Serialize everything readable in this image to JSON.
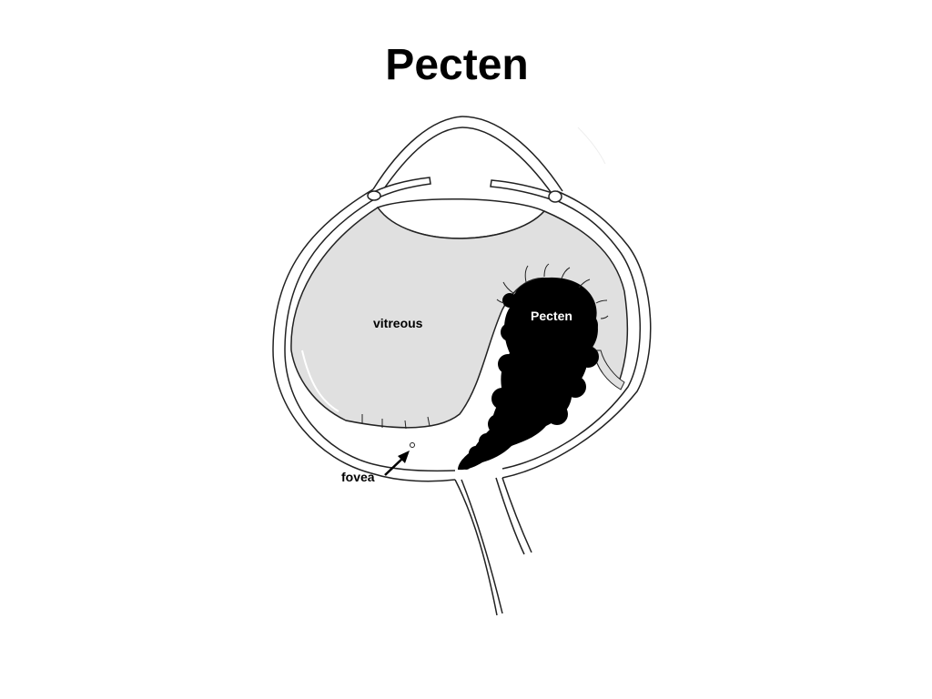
{
  "slide": {
    "title": "Pecten"
  },
  "diagram": {
    "labels": {
      "vitreous": "vitreous",
      "pecten": "Pecten",
      "fovea": "fovea"
    },
    "colors": {
      "background": "#ffffff",
      "outline": "#222222",
      "vitreous_fill": "#e0e0e0",
      "pecten_fill": "#000000",
      "pecten_label": "#ffffff",
      "text": "#000000"
    }
  }
}
